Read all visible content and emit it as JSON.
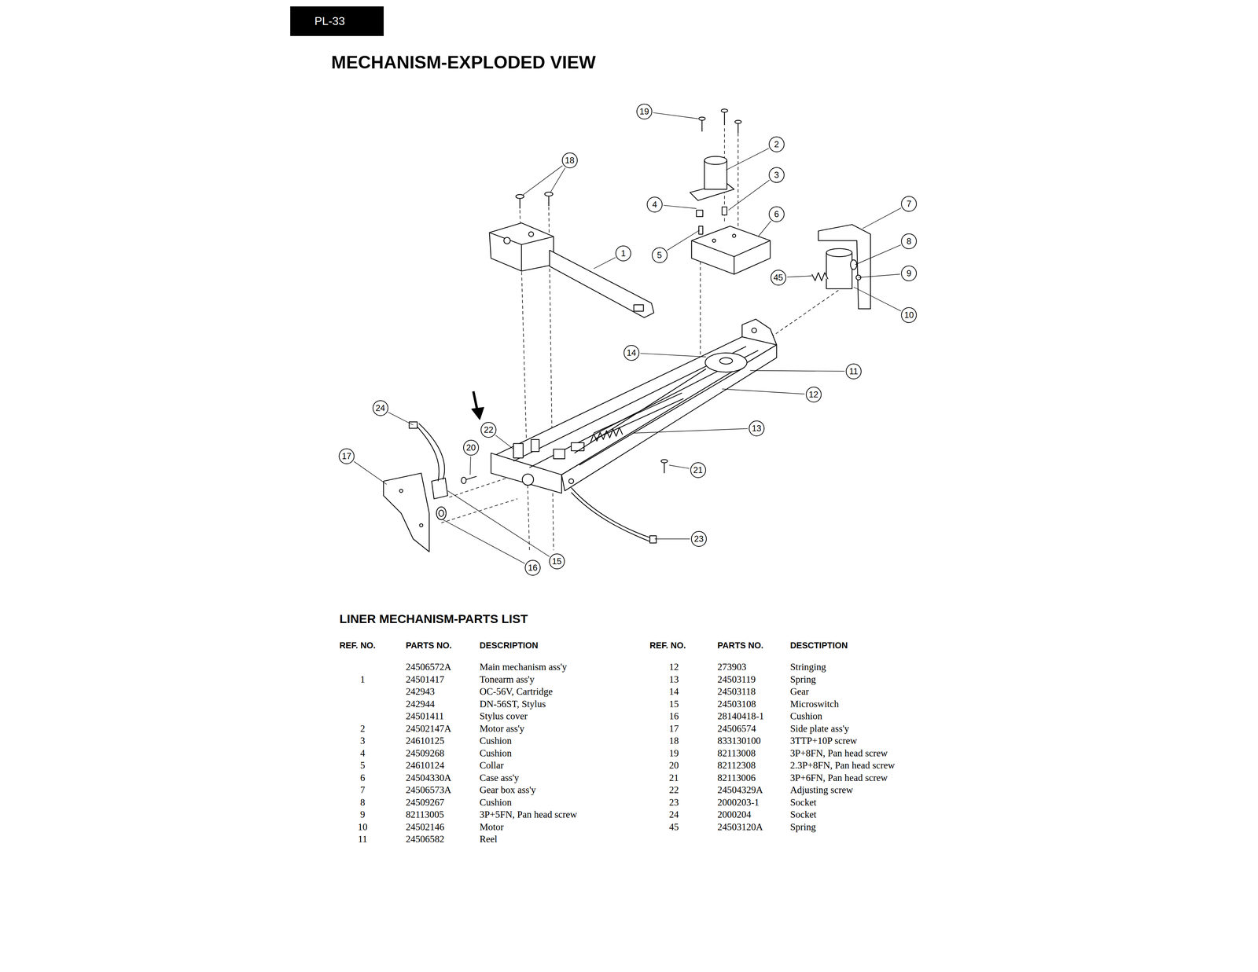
{
  "diagram": {
    "title": "MECHANISM-EXPLODED VIEW",
    "nodes": [
      {
        "text": [
          "PL-33"
        ]
      },
      {
        "text": [
          "19"
        ]
      },
      {
        "text": [
          "2"
        ]
      },
      {
        "text": [
          "18"
        ]
      },
      {
        "text": [
          "3"
        ]
      },
      {
        "text": [
          "4"
        ]
      },
      {
        "text": [
          "7"
        ]
      },
      {
        "text": [
          "6"
        ]
      },
      {
        "text": [
          "8"
        ]
      },
      {
        "text": [
          "1"
        ]
      },
      {
        "text": [
          "5"
        ]
      },
      {
        "text": [
          "45"
        ]
      },
      {
        "text": [
          "9"
        ]
      },
      {
        "text": [
          "10"
        ]
      },
      {
        "text": [
          "14"
        ]
      },
      {
        "text": [
          "11"
        ]
      },
      {
        "text": [
          "12"
        ]
      },
      {
        "text": [
          "24"
        ]
      },
      {
        "text": [
          "22"
        ]
      },
      {
        "text": [
          "13"
        ]
      },
      {
        "text": [
          "20"
        ]
      },
      {
        "text": [
          "17"
        ]
      },
      {
        "text": [
          "21"
        ]
      },
      {
        "text": [
          "23"
        ]
      },
      {
        "text": [
          "16"
        ]
      },
      {
        "text": [
          "15"
        ]
      }
    ],
    "labels": [
      "LINER MECHANISM-PARTS LIST",
      "REF. NO.",
      "PARTS NO.",
      "DESCRIPTION",
      "REF. NO.",
      "PARTS NO.",
      "DESCTIPTION",
      "24506572A",
      "Main mechanism ass'y",
      "1",
      "24501417",
      "Tonearm ass'y",
      "242943",
      "OC-56V, Cartridge",
      "242944",
      "DN-56ST, Stylus",
      "24501411",
      "Stylus cover",
      "2",
      "24502147A",
      "Motor ass'y",
      "3",
      "24610125",
      "Cushion",
      "4",
      "24509268",
      "Cushion",
      "5",
      "24610124",
      "Collar",
      "6",
      "24504330A",
      "Case ass'y",
      "7",
      "24506573A",
      "Gear box ass'y",
      "8",
      "24509267",
      "Cushion",
      "9",
      "82113005",
      "3P+5FN, Pan head screw",
      "10",
      "24502146",
      "Motor",
      "11",
      "24506582",
      "Reel",
      "12",
      "273903",
      "Stringing",
      "13",
      "24503119",
      "Spring",
      "14",
      "24503118",
      "Gear",
      "15",
      "24503108",
      "Microswitch",
      "16",
      "28140418-1",
      "Cushion",
      "17",
      "24506574",
      "Side plate ass'y",
      "18",
      "833130100",
      "3TTP+10P screw",
      "19",
      "82113008",
      "3P+8FN, Pan head screw",
      "20",
      "82112308",
      "2.3P+8FN, Pan head screw",
      "21",
      "82113006",
      "3P+6FN, Pan head screw",
      "22",
      "24504329A",
      "Adjusting screw",
      "23",
      "2000203-1",
      "Socket",
      "24",
      "2000204",
      "Socket",
      "45",
      "24503120A",
      "Spring"
    ]
  }
}
